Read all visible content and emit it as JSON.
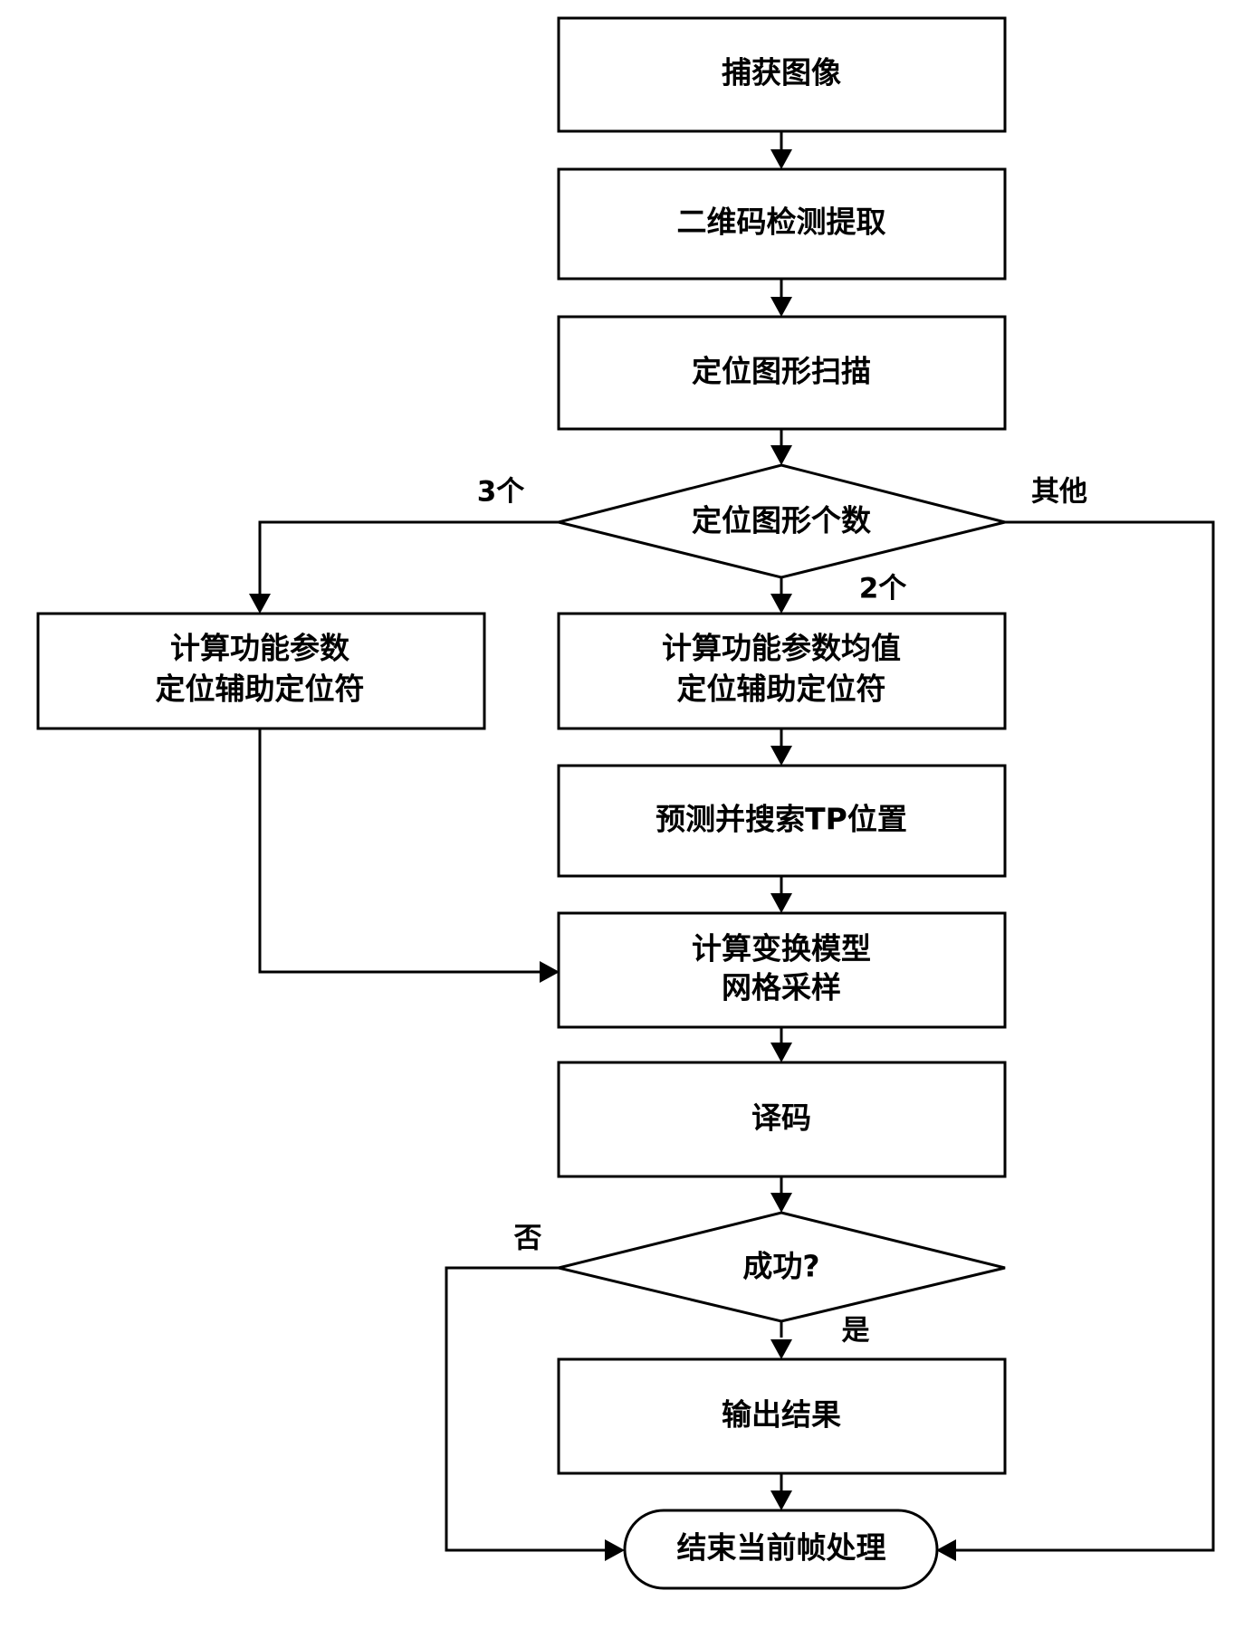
{
  "nodes": {
    "capture": "捕获图像",
    "qr_detect": "二维码检测提取",
    "finder_scan": "定位图形扫描",
    "finder_count": "定位图形个数",
    "calc3_line1": "计算功能参数",
    "calc3_line2": "定位辅助定位符",
    "calc2_line1": "计算功能参数均值",
    "calc2_line2": "定位辅助定位符",
    "predict_tp": "预测并搜索TP位置",
    "transform_line1": "计算变换模型",
    "transform_line2": "网格采样",
    "decode": "译码",
    "success": "成功?",
    "output": "输出结果",
    "end": "结束当前帧处理"
  },
  "edge_labels": {
    "three": "3个",
    "two": "2个",
    "other": "其他",
    "no": "否",
    "yes": "是"
  }
}
